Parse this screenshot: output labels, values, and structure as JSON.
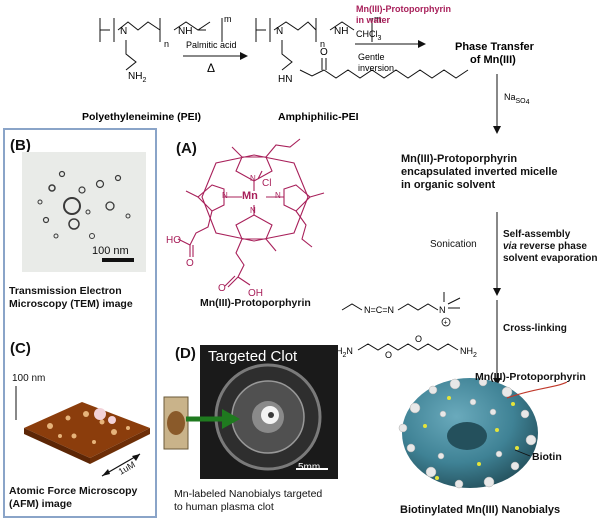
{
  "top": {
    "reagent1": "Palmitic acid",
    "heat": "Δ",
    "reagent2_line1": "Mn(III)-Protoporphyrin",
    "reagent2_line2": "in water",
    "chcl3": "CHCl",
    "chcl3_sub": "3",
    "gentle1": "Gentle",
    "gentle2": "inversion",
    "pei_label": "Polyethyleneimine (PEI)",
    "amph_label": "Amphiphilic-PEI",
    "phase1": "Phase Transfer",
    "phase2": "of Mn(III)",
    "n1": "n",
    "m1": "m",
    "n2": "n",
    "m2": "m",
    "nh": "NH",
    "n_atom": "N",
    "nh2": "NH",
    "nh2_sub": "2",
    "hn": "HN",
    "o": "O"
  },
  "flow": {
    "na2so4": "Na",
    "na2so4_sub": "SO",
    "na2so4_sub2": "4",
    "micelle1": "Mn(III)-Protoporphyrin",
    "micelle2": "encapsulated inverted micelle",
    "micelle3": "in organic solvent",
    "sonication": "Sonication",
    "sa1": "Self-assembly",
    "sa2a": "via",
    "sa2b": " reverse phase",
    "sa3": "solvent evaporation",
    "crosslinking": "Cross-linking",
    "mn_pp": "Mn(III)-Protoporphyrin",
    "biotin": "Biotin",
    "final": "Biotinylated Mn(III) Nanobialys"
  },
  "panelA": {
    "letter": "(A)",
    "caption": "Mn(III)-Protoporphyrin",
    "mn": "Mn",
    "cl": "Cl",
    "ho": "HO",
    "oh": "OH",
    "o1": "O",
    "o2": "O",
    "n": "N"
  },
  "panelB": {
    "letter": "(B)",
    "scalebar": "100 nm",
    "cap1": "Transmission Electron",
    "cap2": "Microscopy (TEM) image"
  },
  "panelC": {
    "letter": "(C)",
    "scale": "100 nm",
    "length": "1uM",
    "cap1": "Atomic Force Microscopy",
    "cap2": "(AFM) image"
  },
  "panelD": {
    "letter": "(D)",
    "title": "Targeted Clot",
    "scalebar": "5mm",
    "cap1": "Mn-labeled Nanobialys targeted",
    "cap2": "to human plasma clot"
  },
  "crosslinker": {
    "carbodiimide": "N=C=N",
    "ammonium": "N",
    "plus": "+",
    "diamine_left": "H",
    "diamine_left_sub": "2",
    "diamine_left_n": "N",
    "o": "O",
    "diamine_right": "NH",
    "diamine_right_sub": "2"
  },
  "colors": {
    "magenta": "#a8205a",
    "panel_border": "#8aa4c8",
    "torus": "#3f8295",
    "afm": "#8b3d0c",
    "arrow_green": "#1f7a1f"
  }
}
